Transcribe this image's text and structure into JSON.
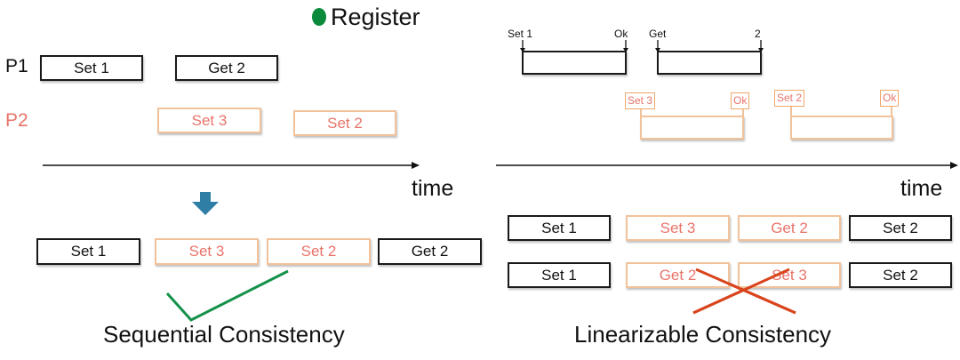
{
  "title": "Register",
  "left": {
    "process_labels": [
      "P1",
      "P2"
    ],
    "p1_ops": [
      "Set 1",
      "Get 2"
    ],
    "p2_ops": [
      "Set 3",
      "Set 2"
    ],
    "time_label": "time",
    "sequence": [
      "Set 1",
      "Set 3",
      "Set 2",
      "Get 2"
    ],
    "caption": "Sequential Consistency"
  },
  "right": {
    "p1_markers": [
      "Set 1",
      "Ok",
      "Get",
      "2"
    ],
    "p2_markers": [
      "Set 3",
      "Ok",
      "Set 2",
      "Ok"
    ],
    "time_label": "time",
    "sequence_valid": [
      "Set 1",
      "Set 3",
      "Get 2",
      "Set 2"
    ],
    "sequence_invalid": [
      "Set 1",
      "Get 2",
      "Set 3",
      "Set 2"
    ],
    "caption": "Linearizable Consistency"
  },
  "colors": {
    "dot": "#0a8a3a",
    "arrow": "#2e7ea6",
    "check": "#14914a",
    "cross": "#d9441c",
    "p2": "#e8746a",
    "p2_border": "#f2c29a"
  }
}
